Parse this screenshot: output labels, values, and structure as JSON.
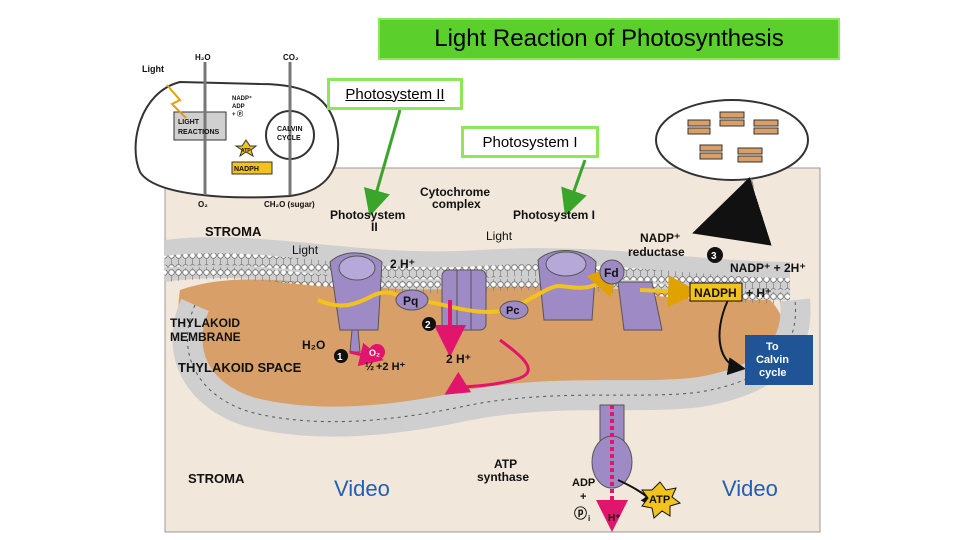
{
  "title": "Light Reaction of Photosynthesis",
  "tags": {
    "ps2": "Photosystem II",
    "ps1": "Photosystem I"
  },
  "links": {
    "video_left": "Video",
    "video_right": "Video"
  },
  "inset": {
    "light": "Light",
    "h2o": "H₂O",
    "co2": "CO₂",
    "nadp": "NADP⁺",
    "adp": "ADP",
    "pi": "+ ⓟ",
    "light_reactions": [
      "LIGHT",
      "REACTIONS"
    ],
    "calvin_cycle": [
      "CALVIN",
      "CYCLE"
    ],
    "atp": "ATP",
    "nadph": "NADPH",
    "o2": "O₂",
    "sugar": "CH₂O (sugar)"
  },
  "diagram": {
    "cytochrome": [
      "Cytochrome",
      "complex"
    ],
    "ps2": [
      "Photosystem",
      "II"
    ],
    "ps1": "Photosystem I",
    "stroma_top": "STROMA",
    "light_left": "Light",
    "light_right": "Light",
    "two_h_top": "2 H⁺",
    "fd": "Fd",
    "nadp_reductase": [
      "NADP⁺",
      "reductase"
    ],
    "step3": "3",
    "nadp_plus": "NADP⁺ + 2H⁺",
    "nadph": "NADPH",
    "plus_h": "+ H⁺",
    "pq": "Pq",
    "pc": "Pc",
    "step2": "2",
    "thylakoid_membrane": [
      "THYLAKOID",
      "MEMBRANE"
    ],
    "h2o": "H₂O",
    "step1": "1",
    "o2": "O₂",
    "half": "½",
    "two_h_left": "+2 H⁺",
    "two_h_mid": "2 H⁺",
    "thylakoid_space": "THYLAKOID SPACE",
    "calvin": [
      "To",
      "Calvin",
      "cycle"
    ],
    "stroma_bottom": "STROMA",
    "atp_synthase": [
      "ATP",
      "synthase"
    ],
    "adp": "ADP",
    "plus": "+",
    "pi": "ⓟ",
    "pi_sub": "i",
    "h_plus": "H⁺",
    "atp": "ATP"
  },
  "colors": {
    "stroma": "#f1e7da",
    "membrane": "#d0d0d0",
    "lumen": "#d8a068",
    "protein": "#9e8bc5",
    "electron_path": "#f3c21d",
    "proton_path": "#e0156b",
    "accent_green": "#5bcf2b",
    "calvin_box": "#1f5597"
  }
}
